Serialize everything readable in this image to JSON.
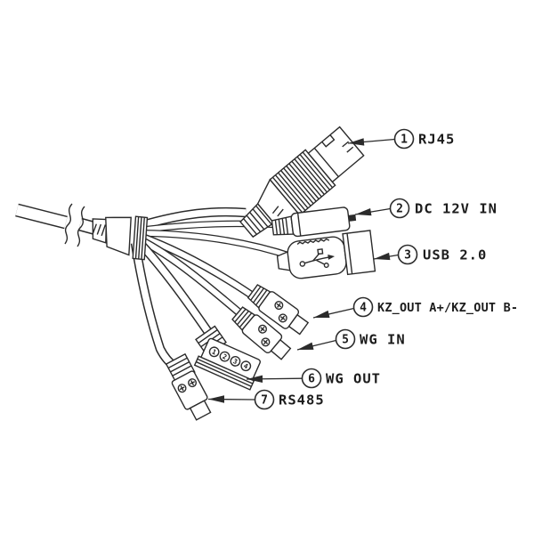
{
  "labels": [
    {
      "num": "1",
      "text": "RJ45"
    },
    {
      "num": "2",
      "text": "DC 12V IN"
    },
    {
      "num": "3",
      "text": "USB 2.0"
    },
    {
      "num": "4",
      "text": "KZ_OUT A+/KZ_OUT B-"
    },
    {
      "num": "5",
      "text": "WG IN"
    },
    {
      "num": "6",
      "text": "WG OUT"
    },
    {
      "num": "7",
      "text": "RS485"
    }
  ],
  "wg_out_terminals": [
    "1",
    "2",
    "3",
    "4"
  ],
  "colors": {
    "line": "#2b2b2b",
    "background": "#ffffff"
  }
}
